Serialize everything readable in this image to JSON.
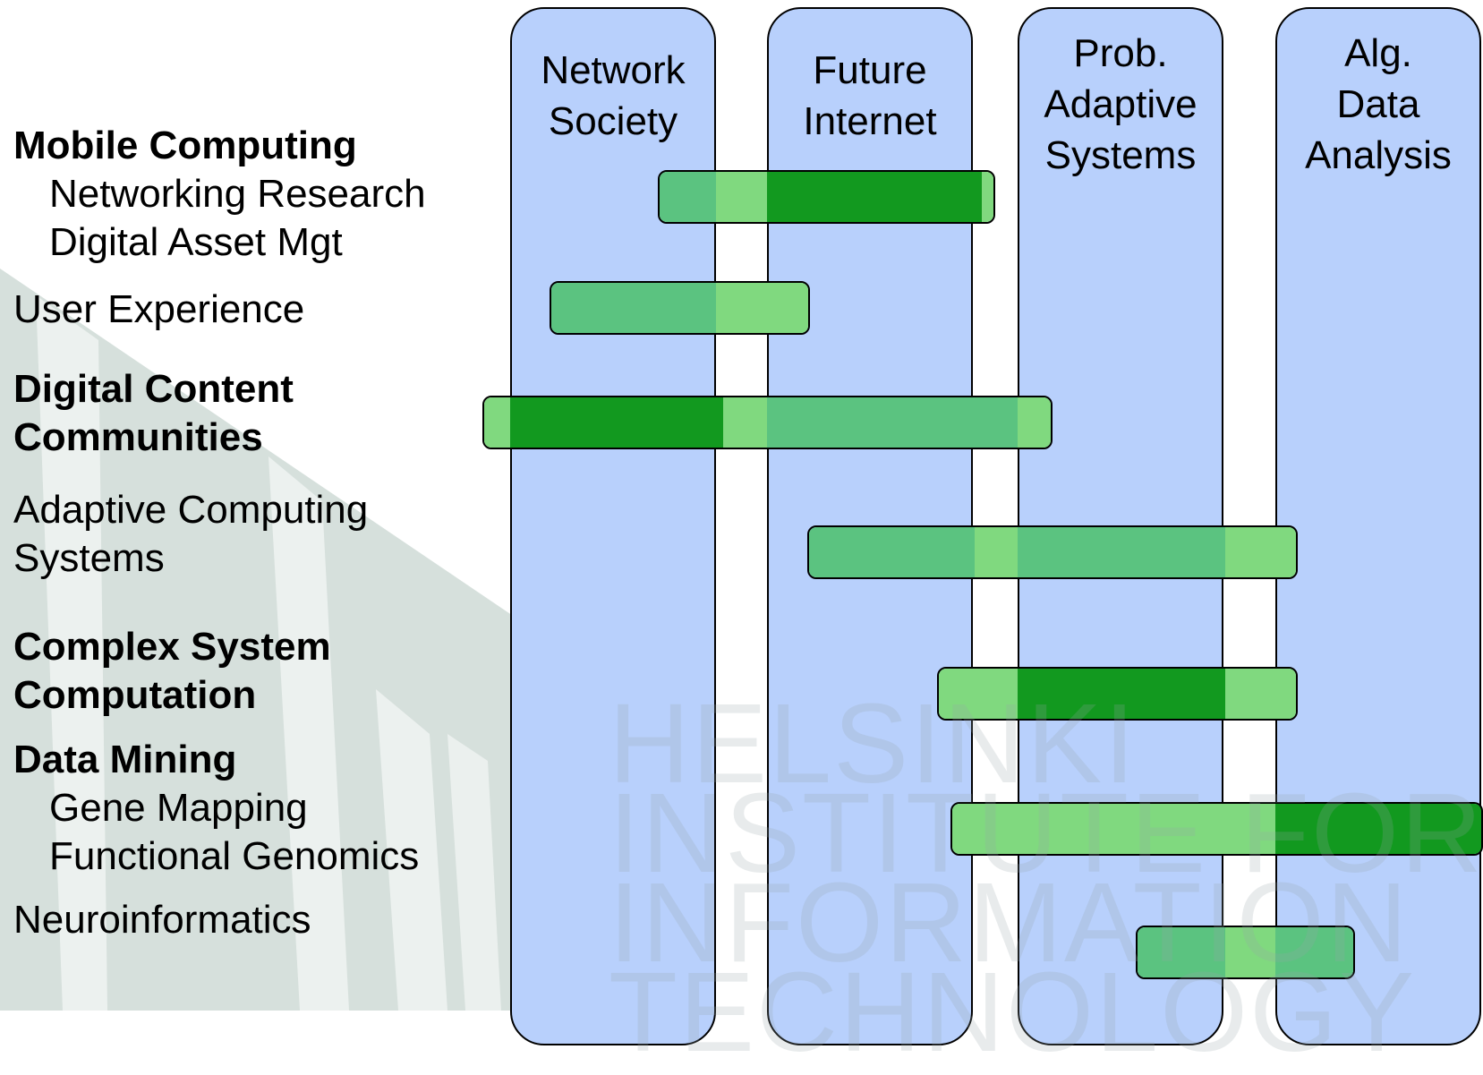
{
  "watermark": {
    "lines": [
      "HELSINKI",
      "INSTITUTE FOR",
      "INFORMATION",
      "TECHNOLOGY"
    ]
  },
  "research_areas": [
    {
      "id": "mobile-computing",
      "label": "Mobile Computing",
      "style": "bold"
    },
    {
      "id": "networking-research",
      "label": "Networking Research",
      "style": "sub"
    },
    {
      "id": "digital-asset-mgt",
      "label": "Digital Asset Mgt",
      "style": "sub"
    },
    {
      "id": "user-experience",
      "label": "User Experience",
      "style": "normal"
    },
    {
      "id": "digital-content-communities-1",
      "label": "Digital Content",
      "style": "bold"
    },
    {
      "id": "digital-content-communities-2",
      "label": "Communities",
      "style": "bold"
    },
    {
      "id": "adaptive-computing-systems-1",
      "label": "Adaptive Computing",
      "style": "normal"
    },
    {
      "id": "adaptive-computing-systems-2",
      "label": "Systems",
      "style": "normal"
    },
    {
      "id": "complex-system-computation-1",
      "label": "Complex System",
      "style": "bold"
    },
    {
      "id": "complex-system-computation-2",
      "label": "Computation",
      "style": "bold"
    },
    {
      "id": "data-mining",
      "label": "Data Mining",
      "style": "bold"
    },
    {
      "id": "gene-mapping",
      "label": "Gene Mapping",
      "style": "sub"
    },
    {
      "id": "functional-genomics",
      "label": "Functional Genomics",
      "style": "sub"
    },
    {
      "id": "neuroinformatics",
      "label": "Neuroinformatics",
      "style": "normal"
    }
  ],
  "programs": [
    {
      "id": "network-society",
      "title_lines": [
        "Network",
        "Society"
      ]
    },
    {
      "id": "future-internet",
      "title_lines": [
        "Future",
        "Internet"
      ]
    },
    {
      "id": "prob-adaptive-systems",
      "title_lines": [
        "Prob.",
        "Adaptive",
        "Systems"
      ]
    },
    {
      "id": "alg-data-analysis",
      "title_lines": [
        "Alg.",
        "Data",
        "Analysis"
      ]
    }
  ],
  "colors": {
    "lane_fill": "#b8d0fc",
    "bar_light": "#80d97f",
    "bar_medium": "#5bc380",
    "bar_dark": "#12991f",
    "outline": "#000000"
  }
}
